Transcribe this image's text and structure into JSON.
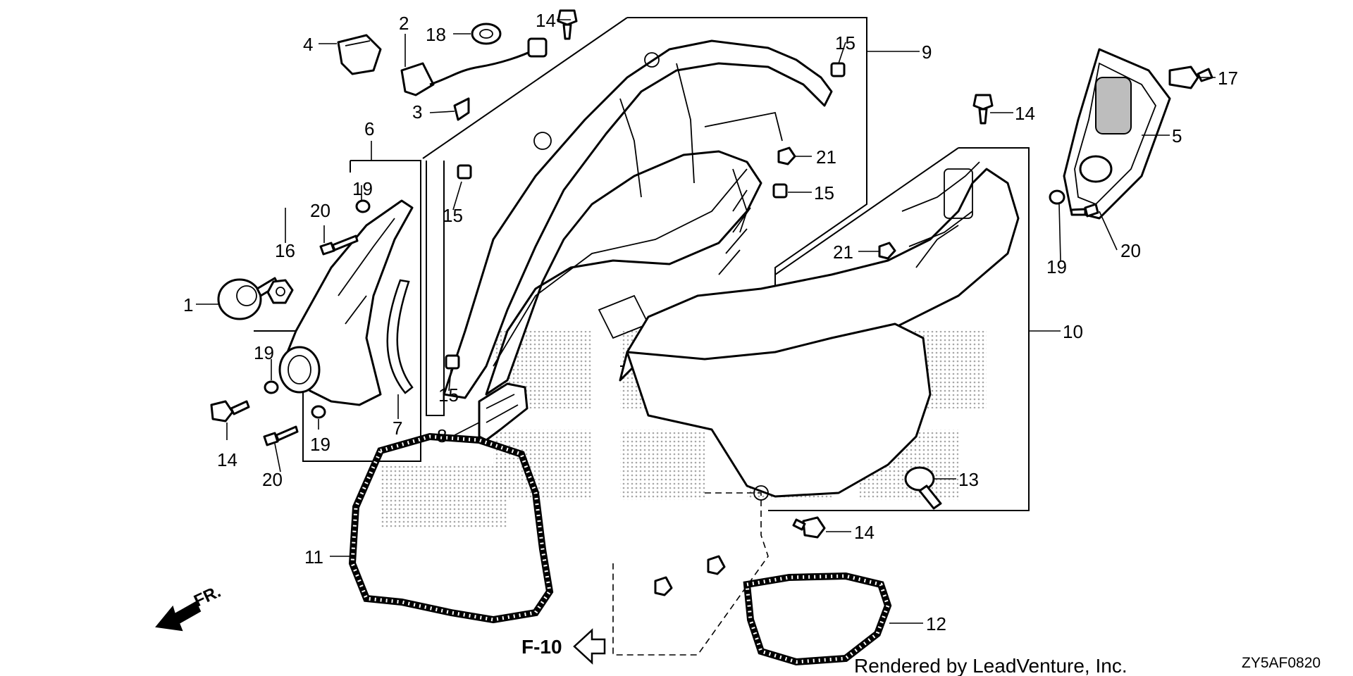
{
  "callouts": [
    {
      "id": "c1",
      "label": "1"
    },
    {
      "id": "c2",
      "label": "2"
    },
    {
      "id": "c3",
      "label": "3"
    },
    {
      "id": "c4",
      "label": "4"
    },
    {
      "id": "c5",
      "label": "5"
    },
    {
      "id": "c6",
      "label": "6"
    },
    {
      "id": "c7",
      "label": "7"
    },
    {
      "id": "c8",
      "label": "8"
    },
    {
      "id": "c9",
      "label": "9"
    },
    {
      "id": "c10",
      "label": "10"
    },
    {
      "id": "c11",
      "label": "11"
    },
    {
      "id": "c12",
      "label": "12"
    },
    {
      "id": "c13",
      "label": "13"
    },
    {
      "id": "c14a",
      "label": "14"
    },
    {
      "id": "c14b",
      "label": "14"
    },
    {
      "id": "c14c",
      "label": "14"
    },
    {
      "id": "c14d",
      "label": "14"
    },
    {
      "id": "c15a",
      "label": "15"
    },
    {
      "id": "c15b",
      "label": "15"
    },
    {
      "id": "c15c",
      "label": "15"
    },
    {
      "id": "c15d",
      "label": "15"
    },
    {
      "id": "c16",
      "label": "16"
    },
    {
      "id": "c17",
      "label": "17"
    },
    {
      "id": "c18",
      "label": "18"
    },
    {
      "id": "c19a",
      "label": "19"
    },
    {
      "id": "c19b",
      "label": "19"
    },
    {
      "id": "c19c",
      "label": "19"
    },
    {
      "id": "c19d",
      "label": "19"
    },
    {
      "id": "c20a",
      "label": "20"
    },
    {
      "id": "c20b",
      "label": "20"
    },
    {
      "id": "c20c",
      "label": "20"
    },
    {
      "id": "c21a",
      "label": "21"
    },
    {
      "id": "c21b",
      "label": "21"
    }
  ],
  "direction_label": "FR.",
  "reference_label": "F-10",
  "footer": {
    "rendered_by": "Rendered by LeadVenture, Inc.",
    "diagram_code": "ZY5AF0820"
  },
  "colors": {
    "line": "#000000",
    "background": "#ffffff",
    "watermark": "#9a9a9a"
  }
}
